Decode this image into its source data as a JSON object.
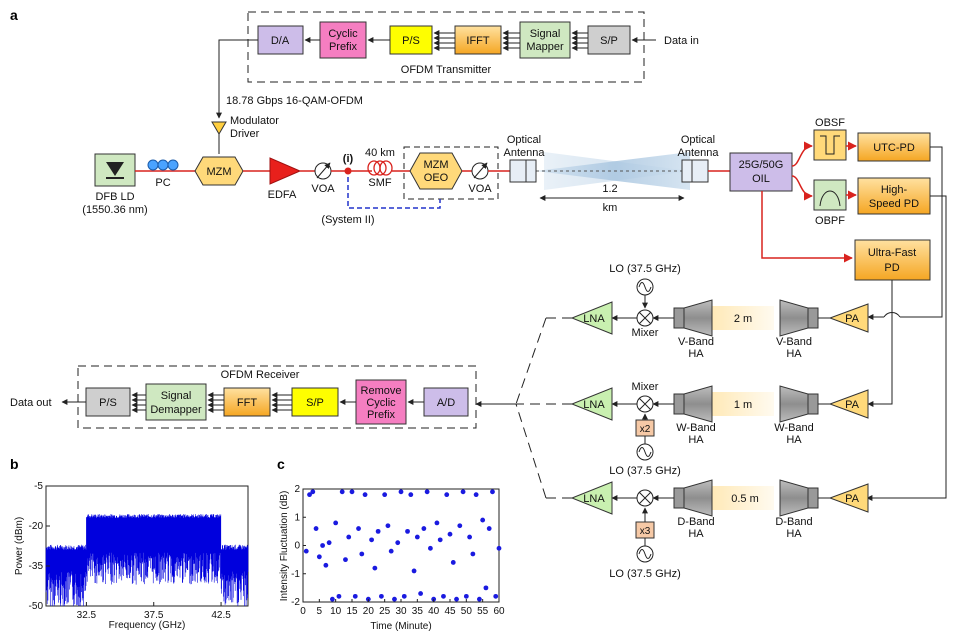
{
  "panels": {
    "a": "a",
    "b": "b",
    "c": "c"
  },
  "colors": {
    "laser_path": "#d9231e",
    "wire": "#222222",
    "purple_block": "#cdbde9",
    "pink_block": "#f57ec1",
    "yellow_block": "#fefe00",
    "orange_block": "#ffcf70",
    "green_block": "#cfe8c1",
    "grey_block": "#cfcfcf",
    "lna_green": "#c9f0b0",
    "pa_yellow": "#ffd97a",
    "spectrum_blue": "#0000dd",
    "scatter_blue": "#1a1ae0"
  },
  "transmitter": {
    "title": "OFDM Transmitter",
    "blocks": [
      "D/A",
      "Cyclic\nPrefix",
      "P/S",
      "IFFT",
      "Signal\nMapper",
      "S/P"
    ],
    "blocks_l1": [
      "D/A",
      "Cyclic",
      "P/S",
      "IFFT",
      "Signal",
      "S/P"
    ],
    "blocks_l2": [
      "",
      "Prefix",
      "",
      "",
      "Mapper",
      ""
    ],
    "data_in": "Data in",
    "signal_label": "18.78 Gbps 16-QAM-OFDM",
    "driver_label_1": "Modulator",
    "driver_label_2": "Driver"
  },
  "optical": {
    "laser_1": "DFB LD",
    "laser_2": "(1550.36 nm)",
    "pc": "PC",
    "mzm": "MZM",
    "edfa": "EDFA",
    "voa": "VOA",
    "point_i": "(i)",
    "fiber_length": "40 km",
    "smf": "SMF",
    "oeo_1": "MZM",
    "oeo_2": "OEO",
    "voa2": "VOA",
    "system2": "(System II)",
    "antenna_tx_1": "Optical",
    "antenna_tx_2": "Antenna",
    "antenna_rx_1": "Optical",
    "antenna_rx_2": "Antenna",
    "distance_1": "1.2",
    "distance_2": "km",
    "oil_1": "25G/50G",
    "oil_2": "OIL",
    "obsf": "OBSF",
    "obpf": "OBPF",
    "utc_pd": "UTC-PD",
    "hspd_1": "High-",
    "hspd_2": "Speed PD",
    "ufpd_1": "Ultra-Fast",
    "ufpd_2": "PD"
  },
  "wireless": {
    "lo_top": "LO (37.5 GHz)",
    "lo_mid": "LO (37.5 GHz)",
    "lo_bot": "LO (37.5 GHz)",
    "lna": "LNA",
    "pa": "PA",
    "mixer": "Mixer",
    "x2": "x2",
    "x3": "x3",
    "link1_dist": "2 m",
    "link2_dist": "1 m",
    "link3_dist": "0.5 m",
    "vband_1": "V-Band",
    "wband_1": "W-Band",
    "dband_1": "D-Band",
    "ha": "HA"
  },
  "receiver": {
    "title": "OFDM Receiver",
    "blocks_l1": [
      "P/S",
      "Signal",
      "FFT",
      "S/P",
      "Remove",
      "A/D"
    ],
    "blocks_l2": [
      "",
      "Demapper",
      "",
      "",
      "Cyclic",
      ""
    ],
    "blocks_l3": [
      "",
      "",
      "",
      "",
      "Prefix",
      ""
    ],
    "data_out": "Data out"
  },
  "chart_data": [
    {
      "type": "area",
      "panel": "b",
      "xlabel": "Frequency  (GHz)",
      "ylabel": "Power  (dBm)",
      "xlim": [
        29.5,
        44.5
      ],
      "ylim": [
        -50,
        -5
      ],
      "xticks": [
        32.5,
        37.5,
        42.5
      ],
      "yticks": [
        -5,
        -20,
        -35,
        -50
      ],
      "grid": false,
      "signal_band": [
        32.5,
        42.5
      ],
      "signal_level": -16,
      "noise_level": -29
    },
    {
      "type": "scatter",
      "panel": "c",
      "xlabel": "Time (Minute)",
      "ylabel": "Intensity Fluctuation (dB)",
      "xlim": [
        0,
        60
      ],
      "ylim": [
        -2,
        2
      ],
      "xticks": [
        0,
        5,
        10,
        15,
        20,
        25,
        30,
        35,
        40,
        45,
        50,
        55,
        60
      ],
      "yticks": [
        2,
        1,
        0,
        -1,
        -2
      ],
      "grid": false,
      "x": [
        1,
        2,
        3,
        4,
        5,
        6,
        7,
        8,
        9,
        10,
        11,
        12,
        13,
        14,
        15,
        16,
        17,
        18,
        19,
        20,
        21,
        22,
        23,
        24,
        25,
        26,
        27,
        28,
        29,
        30,
        31,
        32,
        33,
        34,
        35,
        36,
        37,
        38,
        39,
        40,
        41,
        42,
        43,
        44,
        45,
        46,
        47,
        48,
        49,
        50,
        51,
        52,
        53,
        54,
        55,
        56,
        57,
        58,
        59,
        60
      ],
      "y": [
        -0.2,
        1.8,
        1.9,
        0.6,
        -0.4,
        0.0,
        -0.7,
        0.1,
        -1.9,
        0.8,
        -1.8,
        1.9,
        -0.5,
        0.3,
        1.9,
        -1.8,
        0.6,
        -0.3,
        1.8,
        -1.9,
        0.2,
        -0.8,
        0.5,
        -1.8,
        1.8,
        0.7,
        -0.2,
        -1.9,
        0.1,
        1.9,
        -1.8,
        0.5,
        1.8,
        -0.9,
        0.3,
        -1.7,
        0.6,
        1.9,
        -0.1,
        -1.9,
        0.8,
        0.2,
        -1.8,
        1.8,
        0.4,
        -0.6,
        -1.9,
        0.7,
        1.9,
        -1.8,
        0.3,
        -0.3,
        1.8,
        -1.9,
        0.9,
        -1.5,
        0.6,
        1.9,
        -1.8,
        -0.1
      ]
    }
  ]
}
